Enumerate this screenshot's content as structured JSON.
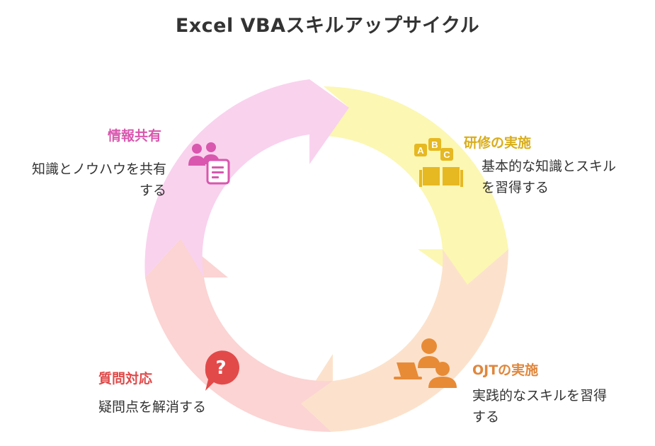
{
  "title": "Excel VBAスキルアップサイクル",
  "colors": {
    "training_arrow": "#FCF7B2",
    "ojt_arrow": "#FCE2CC",
    "qa_arrow": "#FBD4D3",
    "share_arrow": "#F9D2EE",
    "training_text": "#D9AE1C",
    "ojt_text": "#E0873C",
    "qa_text": "#E04A4A",
    "share_text": "#D957AE"
  },
  "steps": {
    "training": {
      "label": "研修の実施",
      "desc_lines": [
        "基本的な知識とスキル",
        "を習得する"
      ],
      "icon": "abc-book-icon"
    },
    "ojt": {
      "label": "OJTの実施",
      "desc_lines": [
        "実践的なスキルを習得",
        "する"
      ],
      "icon": "teacher-laptop-icon"
    },
    "qa": {
      "label": "質問対応",
      "desc_lines": [
        "疑問点を解消する"
      ],
      "icon": "question-bubble-icon"
    },
    "share": {
      "label": "情報共有",
      "desc_lines": [
        "知識とノウハウを共有",
        "する"
      ],
      "icon": "people-document-icon"
    }
  }
}
